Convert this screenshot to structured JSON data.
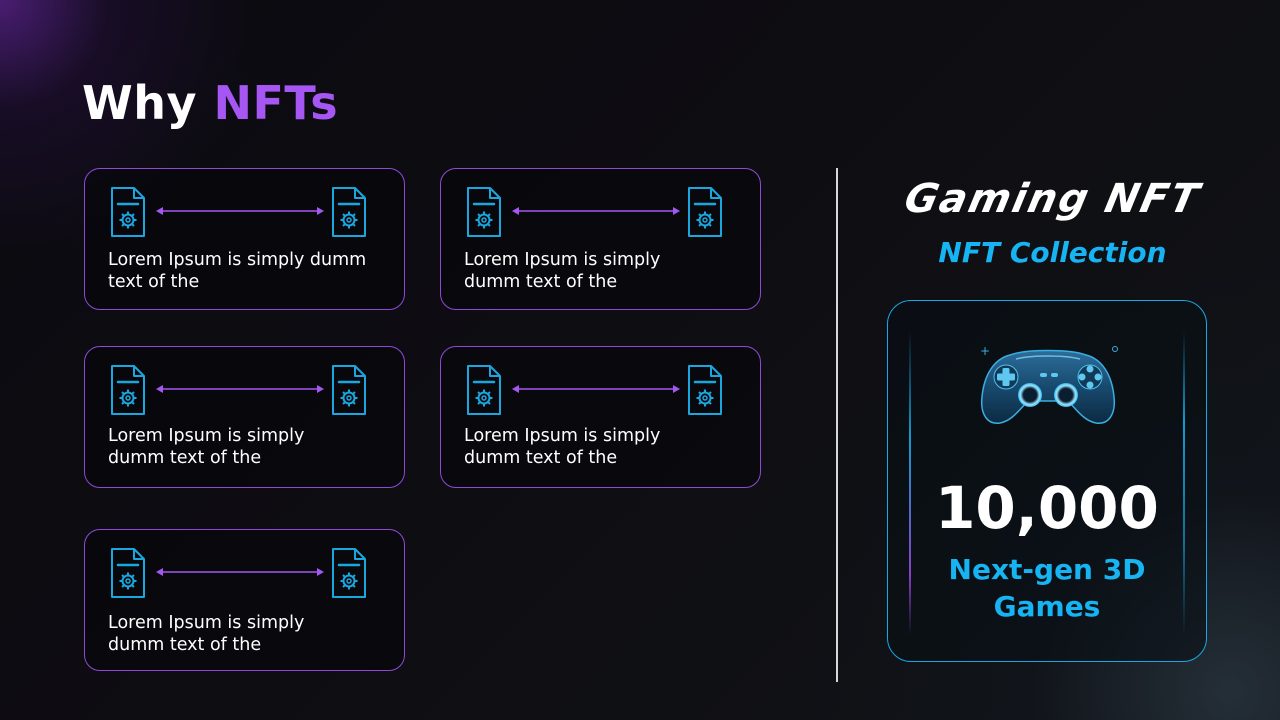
{
  "title": {
    "part1": "Why",
    "part2": "NFTs"
  },
  "colors": {
    "accent_purple": "#a556f3",
    "accent_blue": "#17b4f4",
    "icon_cyan": "#1aa7e0",
    "card_border": "#8f49d9"
  },
  "cards": [
    {
      "text": "Lorem Ipsum is simply dumm text of the",
      "icon_left": "document-gear-icon",
      "icon_right": "document-gear-icon",
      "connector": "double-arrow-icon"
    },
    {
      "text": "Lorem Ipsum is simply dumm text of the",
      "icon_left": "document-gear-icon",
      "icon_right": "document-gear-icon",
      "connector": "double-arrow-icon"
    },
    {
      "text": "Lorem Ipsum is simply dumm text of the",
      "icon_left": "document-gear-icon",
      "icon_right": "document-gear-icon",
      "connector": "double-arrow-icon"
    },
    {
      "text": "Lorem Ipsum is simply dumm text of the",
      "icon_left": "document-gear-icon",
      "icon_right": "document-gear-icon",
      "connector": "double-arrow-icon"
    },
    {
      "text": "Lorem Ipsum is simply dumm text of the",
      "icon_left": "document-gear-icon",
      "icon_right": "document-gear-icon",
      "connector": "double-arrow-icon"
    }
  ],
  "promo": {
    "brand": "Gaming NFT",
    "subtitle": "NFT Collection",
    "icon": "gamepad-icon",
    "count": "10,000",
    "caption_line1": "Next-gen 3D",
    "caption_line2": "Games"
  }
}
